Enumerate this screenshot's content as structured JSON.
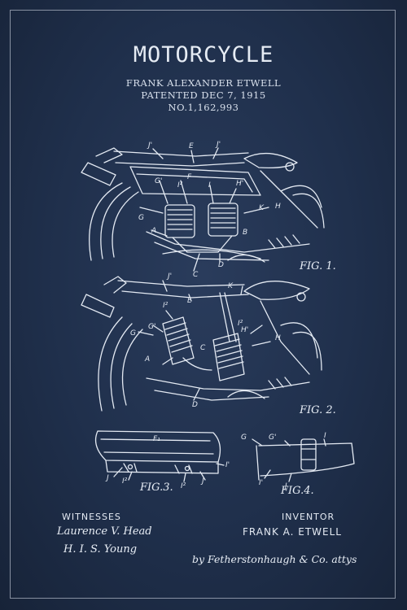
{
  "header": {
    "title": "MOTORCYCLE",
    "inventor_line": "FRANK ALEXANDER ETWELL",
    "patent_date": "PATENTED DEC 7, 1915",
    "patent_number": "NO.1,162,993"
  },
  "figures": {
    "fig1": "FIG. 1.",
    "fig2": "FIG. 2.",
    "fig3": "FIG.3.",
    "fig4": "FIG.4."
  },
  "footer": {
    "witnesses_label": "WITNESSES",
    "witness_1": "Laurence V. Head",
    "witness_2": "H. I. S. Young",
    "inventor_label": "INVENTOR",
    "inventor_name": "FRANK A. ETWELL",
    "attorney": "by Fetherstonhaugh & Co. attys"
  },
  "colors": {
    "background": "#1e2c45",
    "ink": "#e6ecf4"
  }
}
